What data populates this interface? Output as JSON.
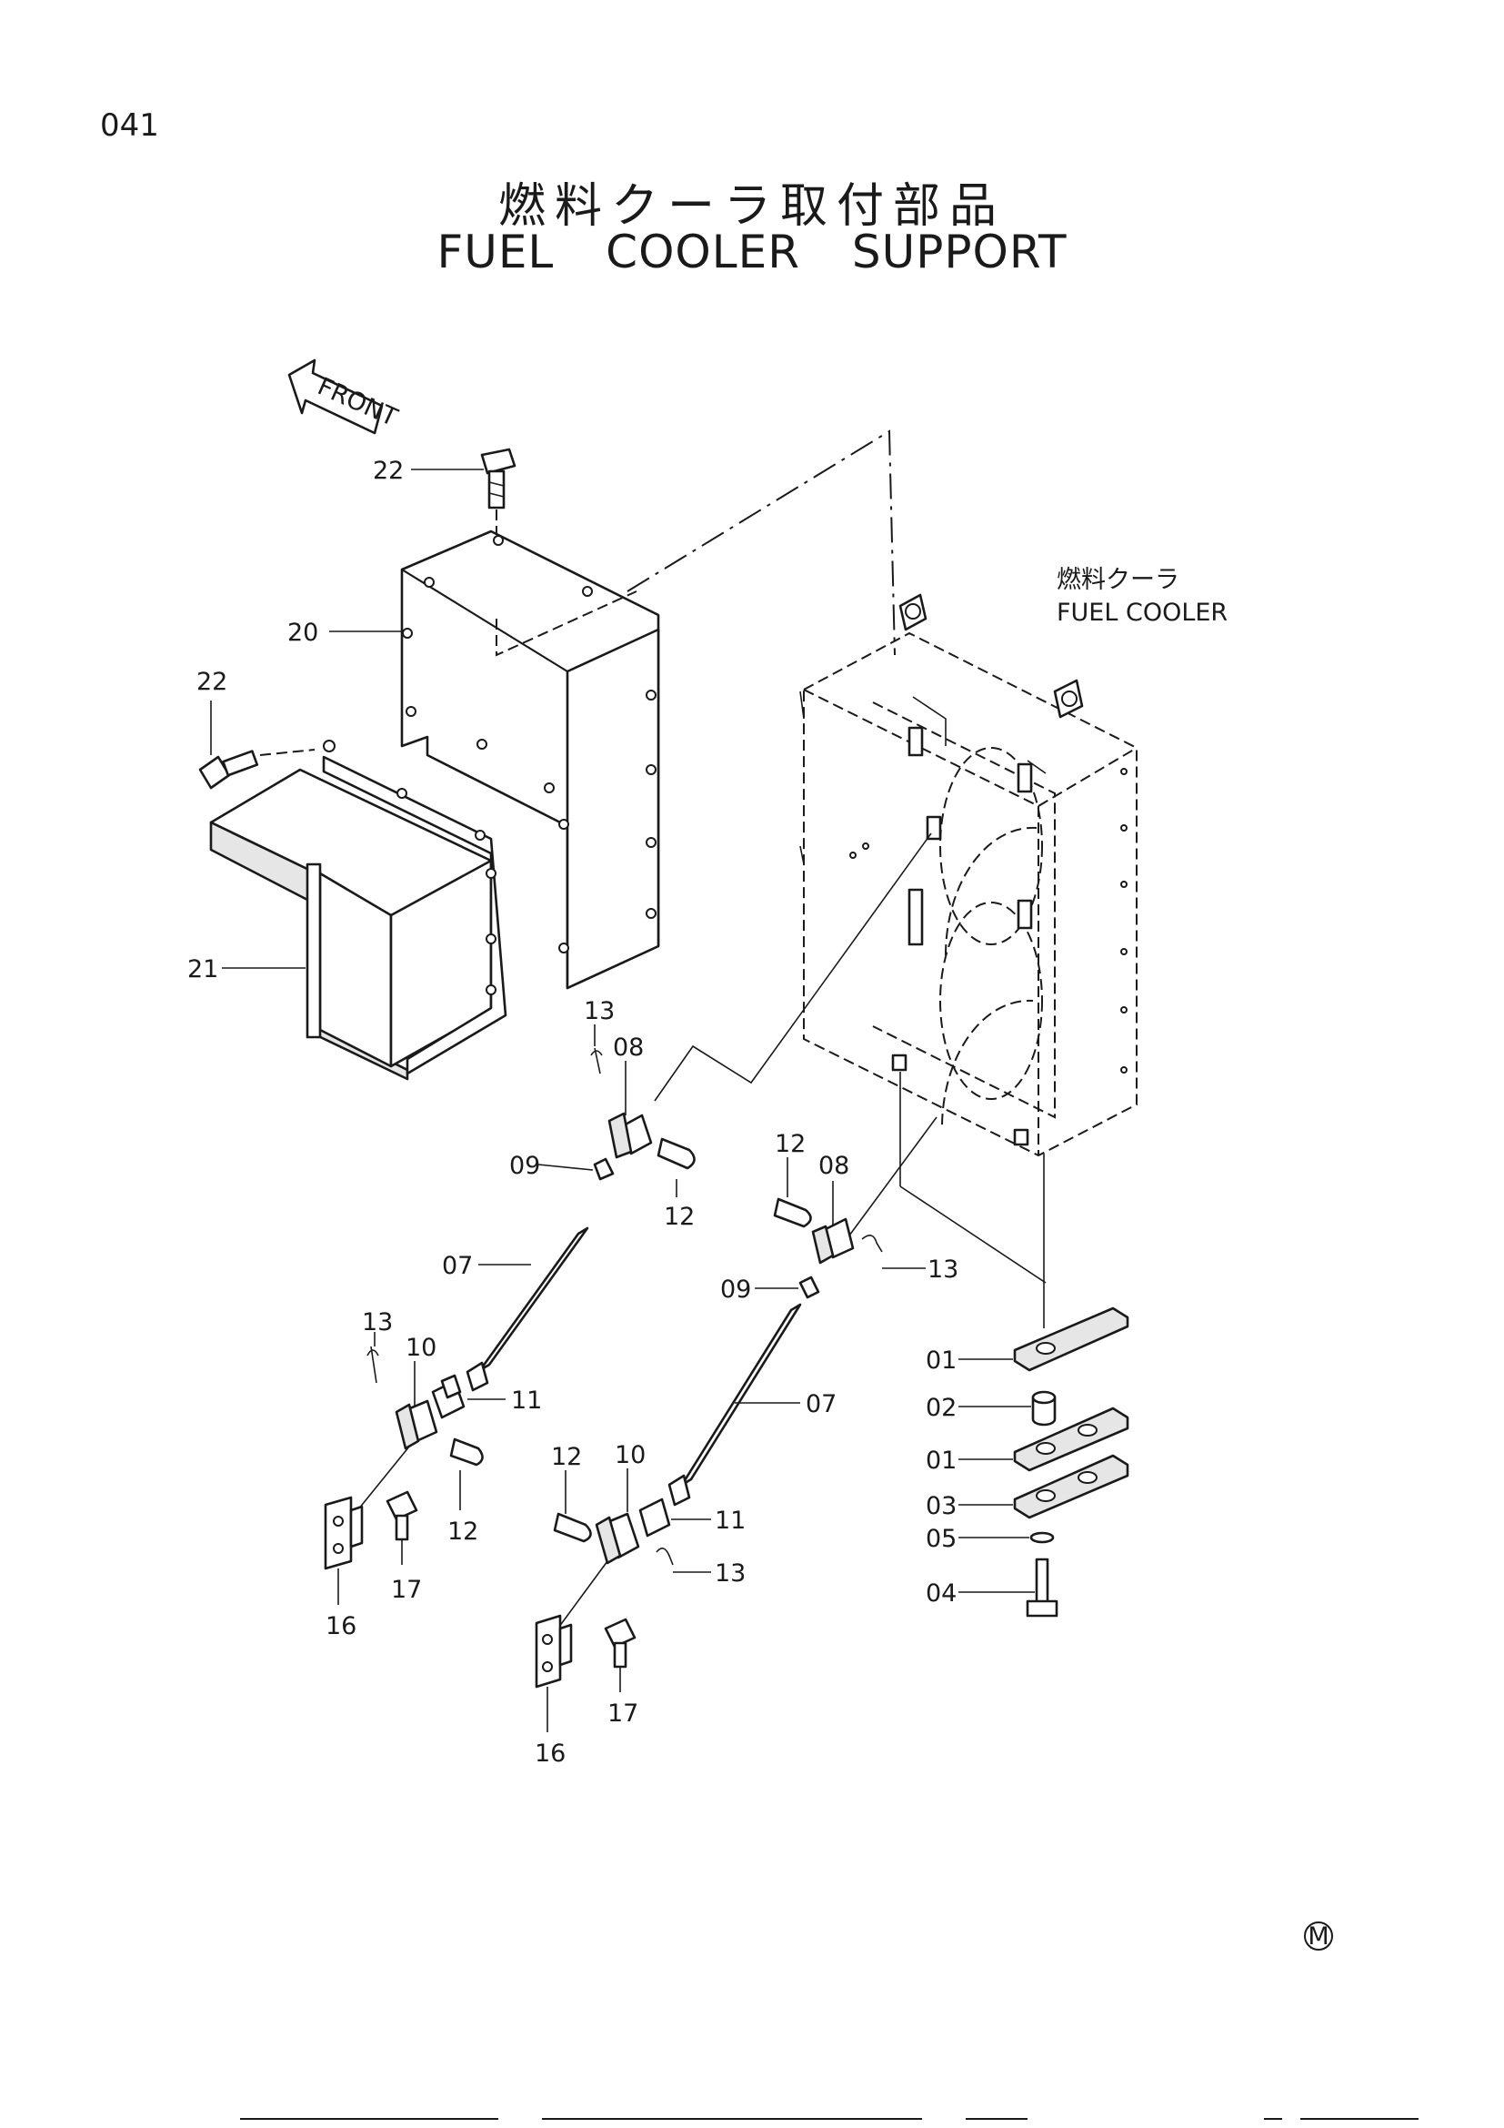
{
  "page_number": "041",
  "title_jp": "燃料クーラ取付部品",
  "title_en": "FUEL COOLER SUPPORT",
  "front_label": "FRONT",
  "component_label_jp": "燃料クーラ",
  "component_label_en": "FUEL COOLER",
  "mark": "M",
  "callouts": {
    "c22a": "22",
    "c20": "20",
    "c22b": "22",
    "c21": "21",
    "c13a": "13",
    "c08a": "08",
    "c09a": "09",
    "c12a": "12",
    "c07a": "07",
    "c13b": "13",
    "c10a": "10",
    "c11a": "11",
    "c12b": "12",
    "c16a": "16",
    "c17a": "17",
    "c12c": "12",
    "c08b": "08",
    "c13c": "13",
    "c09b": "09",
    "c07b": "07",
    "c12d": "12",
    "c10b": "10",
    "c11b": "11",
    "c13d": "13",
    "c16b": "16",
    "c17b": "17",
    "c01a": "01",
    "c02": "02",
    "c01b": "01",
    "c03": "03",
    "c05": "05",
    "c04": "04"
  }
}
